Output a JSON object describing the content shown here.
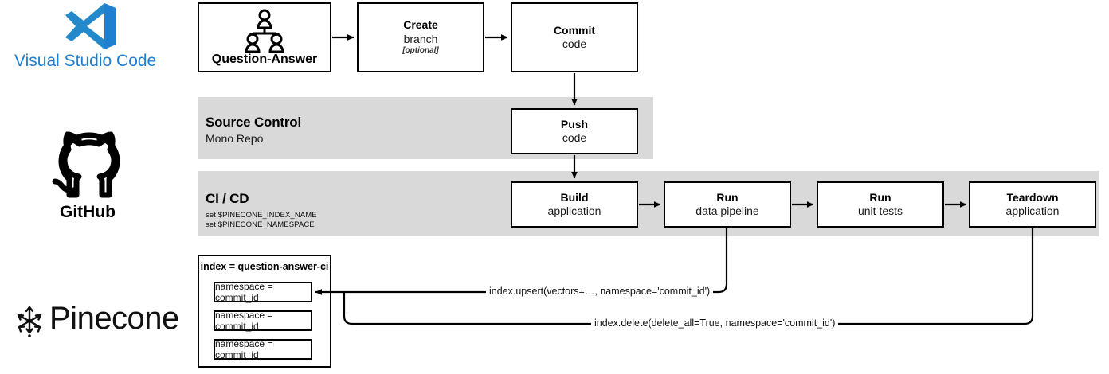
{
  "diagram": {
    "title": "CI/CD pipeline with Pinecone namespaces",
    "colors": {
      "band": "#d9d9d9",
      "box_border": "#000000",
      "vscode_blue": "#1f7fd0",
      "background": "#ffffff"
    }
  },
  "logos": [
    {
      "id": "vscode",
      "caption": "Visual Studio Code",
      "icon": "visual-studio-code-icon"
    },
    {
      "id": "github",
      "caption": "GitHub",
      "icon": "github-octocat-icon"
    },
    {
      "id": "pinecone",
      "caption": "Pinecone",
      "icon": "pinecone-icon"
    }
  ],
  "bands": [
    {
      "id": "source-control",
      "title": "Source Control",
      "subtitle": "Mono Repo",
      "code_lines": []
    },
    {
      "id": "ci-cd",
      "title": "CI / CD",
      "subtitle": "",
      "code_lines": [
        "set $PINECONE_INDEX_NAME",
        "set $PINECONE_NAMESPACE"
      ]
    }
  ],
  "nodes": {
    "question_answer": {
      "label": "Question-Answer",
      "icon": "people-group-icon"
    },
    "create_branch": {
      "title": "Create",
      "subtitle": "branch",
      "note": "[optional]"
    },
    "commit_code": {
      "title": "Commit",
      "subtitle": "code",
      "note": ""
    },
    "push_code": {
      "title": "Push",
      "subtitle": "code",
      "note": ""
    },
    "build_app": {
      "title": "Build",
      "subtitle": "application",
      "note": ""
    },
    "run_pipeline": {
      "title": "Run",
      "subtitle": "data pipeline",
      "note": ""
    },
    "run_tests": {
      "title": "Run",
      "subtitle": "unit tests",
      "note": ""
    },
    "teardown_app": {
      "title": "Teardown",
      "subtitle": "application",
      "note": ""
    }
  },
  "pinecone_index": {
    "title": "index = question-answer-ci",
    "namespaces": [
      {
        "label": "namespace = commit_id"
      },
      {
        "label": "namespace = commit_id"
      },
      {
        "label": "namespace = commit_id"
      }
    ]
  },
  "connector_labels": {
    "upsert": "index.upsert(vectors=…, namespace='commit_id')",
    "delete": "index.delete(delete_all=True, namespace='commit_id')"
  }
}
